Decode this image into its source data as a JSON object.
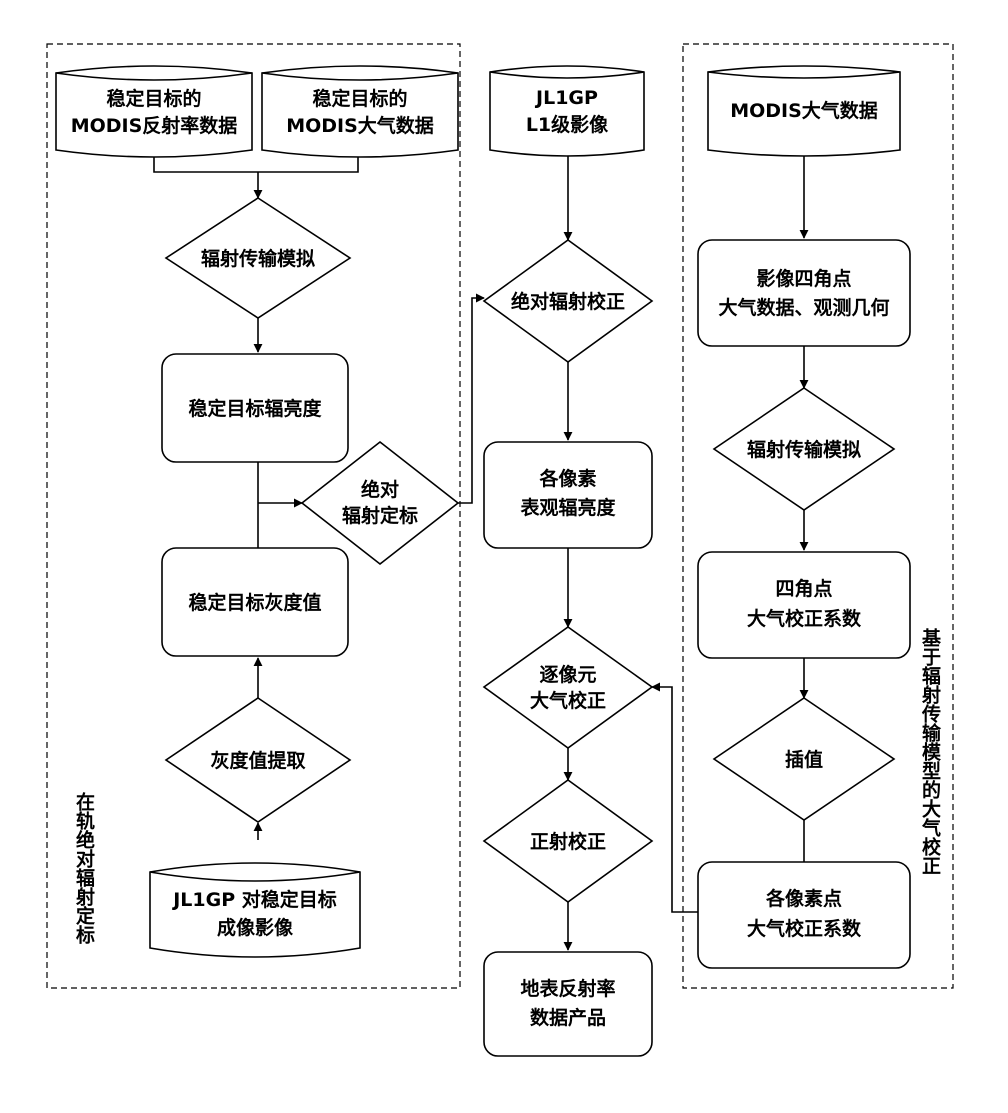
{
  "nodes": {
    "db_reflectance": [
      "稳定目标的",
      "MODIS反射率数据"
    ],
    "db_atmos": [
      "稳定目标的",
      "MODIS大气数据"
    ],
    "rt_sim_left": [
      "辐射传输模拟"
    ],
    "target_radiance": [
      "稳定目标辐亮度"
    ],
    "abs_calib": [
      "绝对",
      "辐射定标"
    ],
    "target_gray": [
      "稳定目标灰度值"
    ],
    "gray_extract": [
      "灰度值提取"
    ],
    "db_jl1gp_image": [
      "JL1GP 对稳定目标",
      "成像影像"
    ],
    "db_l1": [
      "JL1GP",
      "L1级影像"
    ],
    "abs_correction": [
      "绝对辐射校正"
    ],
    "apparent_radiance": [
      "各像素",
      "表观辐亮度"
    ],
    "pixel_atm_corr": [
      "逐像元",
      "大气校正"
    ],
    "ortho_corr": [
      "正射校正"
    ],
    "surface_product": [
      "地表反射率",
      "数据产品"
    ],
    "db_modis_atm": [
      "MODIS大气数据"
    ],
    "corner_atm": [
      "影像四角点",
      "大气数据、观测几何"
    ],
    "rt_sim_right": [
      "辐射传输模拟"
    ],
    "corner_coef": [
      "四角点",
      "大气校正系数"
    ],
    "interp": [
      "插值"
    ],
    "pixel_coef": [
      "各像素点",
      "大气校正系数"
    ]
  },
  "group_labels": {
    "left": "在轨绝对辐射定标",
    "right": "基于辐射传输模型的大气校正"
  }
}
